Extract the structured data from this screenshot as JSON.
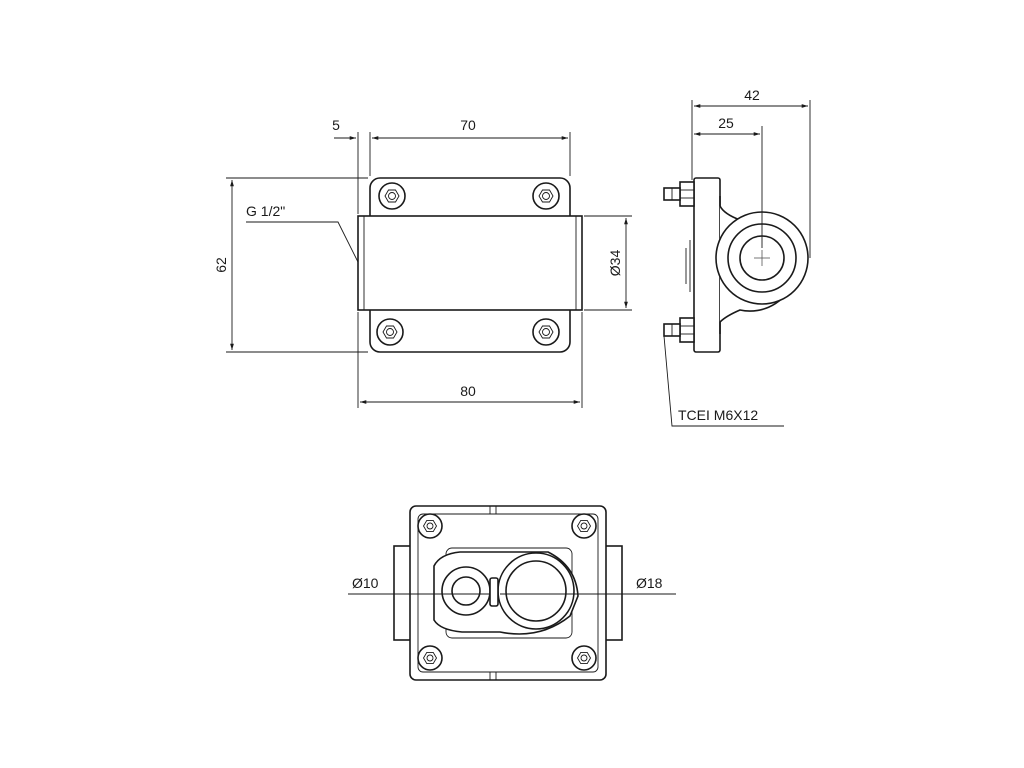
{
  "front_view": {
    "dim_flange": "5",
    "dim_width_top": "70",
    "dim_width_bottom": "80",
    "dim_height": "62",
    "dim_pipe": "Ø34",
    "thread_label": "G 1/2\""
  },
  "side_view": {
    "dim_overall": "42",
    "dim_axis": "25",
    "screw_label": "TCEI M6X12"
  },
  "bottom_view": {
    "dim_small_hole": "Ø10",
    "dim_large_hole": "Ø18"
  }
}
